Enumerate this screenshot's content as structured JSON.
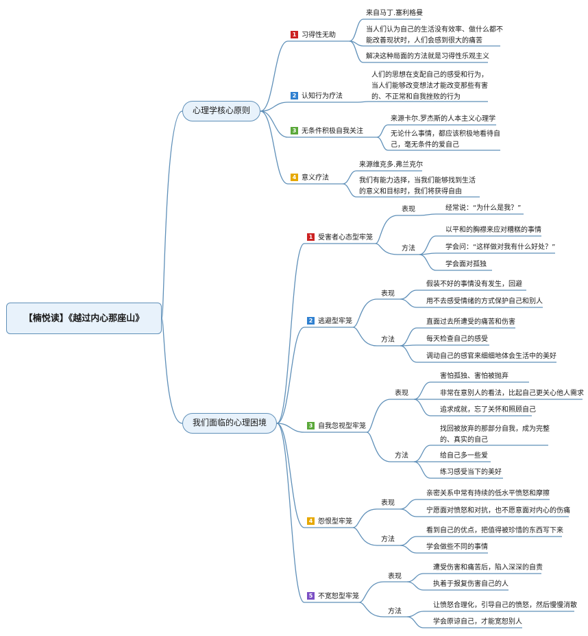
{
  "root": "【楠悦读】《越过内心那座山》",
  "colors": {
    "line": "#5e8fb8",
    "b1": "#cc2222",
    "b2": "#2f80d0",
    "b3": "#5aa83a",
    "b4": "#e6a800",
    "b5": "#7b4fc4"
  },
  "branches": [
    {
      "label": "心理学核心原则",
      "children": [
        {
          "num": "1",
          "label": "习得性无助",
          "leaves": [
            "来自马丁.塞利格曼",
            "当人们认为自己的生活没有效率、做什么都不\n能改善现状时，人们会感到很大的痛苦",
            "解决这种局面的方法就是习得性乐观主义"
          ]
        },
        {
          "num": "2",
          "label": "认知行为疗法",
          "leaves": [
            "人们的思想在支配自己的感受和行为，\n当人们能够改变想法才能改变那些有害\n的、不正常和自我挫败的行为"
          ]
        },
        {
          "num": "3",
          "label": "无条件积极自我关注",
          "leaves": [
            "来源卡尔.罗杰斯的人本主义心理学",
            "无论什么事情，都应该积极地看待自\n己，毫无条件的爱自己"
          ]
        },
        {
          "num": "4",
          "label": "意义疗法",
          "leaves": [
            "来源维克多.弗兰克尔",
            "我们有能力选择，当我们能够找到生活\n的意义和目标时，我们将获得自由"
          ]
        }
      ]
    },
    {
      "label": "我们面临的心理困境",
      "children": [
        {
          "num": "1",
          "label": "受害者心态型牢笼",
          "groups": [
            {
              "label": "表现",
              "leaves": [
                "经常说：“为什么是我？”"
              ]
            },
            {
              "label": "方法",
              "leaves": [
                "以平和的胸襟来应对糟糕的事情",
                "学会问：“这样做对我有什么好处？”",
                "学会面对孤独"
              ]
            }
          ]
        },
        {
          "num": "2",
          "label": "逃避型牢笼",
          "groups": [
            {
              "label": "表现",
              "leaves": [
                "假装不好的事情没有发生，回避",
                "用不去感受情绪的方式保护自己和别人"
              ]
            },
            {
              "label": "方法",
              "leaves": [
                "直面过去所遭受的痛苦和伤害",
                "每天检查自己的感受",
                "调动自己的感官来细细地体会生活中的美好"
              ]
            }
          ]
        },
        {
          "num": "3",
          "label": "自我忽视型牢笼",
          "groups": [
            {
              "label": "表现",
              "leaves": [
                "害怕孤独、害怕被抛弃",
                "非常在意别人的看法，比起自己更关心他人需求",
                "追求成就，忘了关怀和照顾自己"
              ]
            },
            {
              "label": "方法",
              "leaves": [
                "找回被放弃的那部分自我，成为完整\n的、真实的自己",
                "给自己多一些爱",
                "练习感受当下的美好"
              ]
            }
          ]
        },
        {
          "num": "4",
          "label": "怨恨型牢笼",
          "groups": [
            {
              "label": "表现",
              "leaves": [
                "亲密关系中常有持续的低水平愤怒和摩擦",
                "宁愿面对愤怒和对抗，也不愿意面对内心的伤痛"
              ]
            },
            {
              "label": "方法",
              "leaves": [
                "看到自己的优点，把值得被珍惜的东西写下来",
                "学会做些不同的事情"
              ]
            }
          ]
        },
        {
          "num": "5",
          "label": "不宽恕型牢笼",
          "groups": [
            {
              "label": "表现",
              "leaves": [
                "遭受伤害和痛苦后，陷入深深的自责",
                "执着于报复伤害自己的人"
              ]
            },
            {
              "label": "方法",
              "leaves": [
                "让愤怒合理化，引导自己的愤怒，然后慢慢消散",
                "学会原谅自己，才能宽恕别人"
              ]
            }
          ]
        }
      ]
    }
  ]
}
